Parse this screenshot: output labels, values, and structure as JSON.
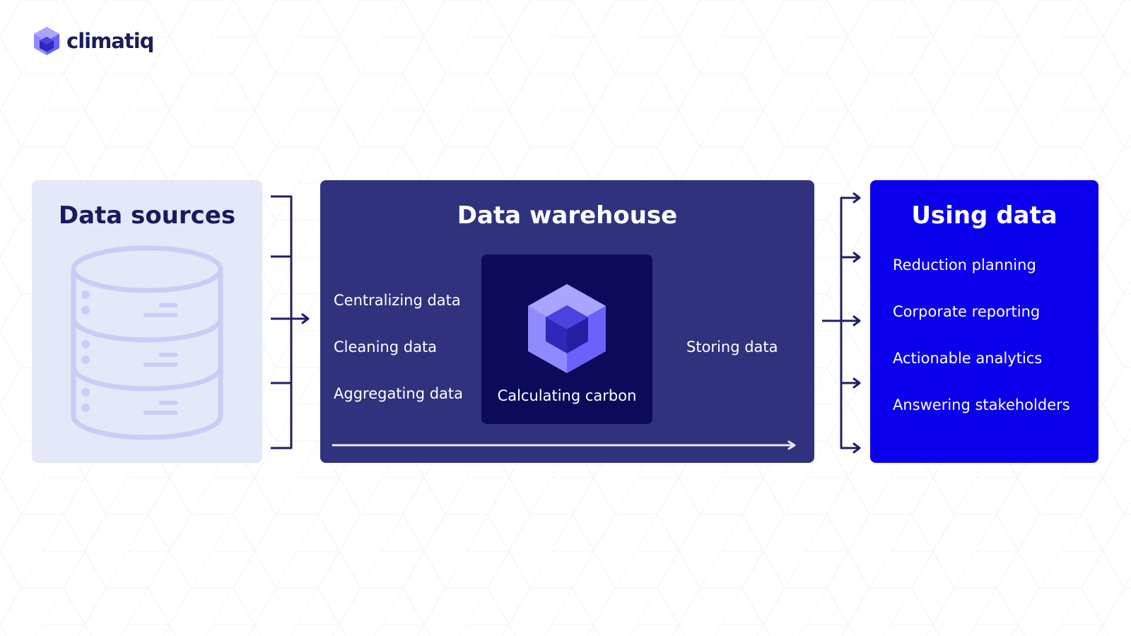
{
  "brand": {
    "name": "climatiq",
    "logo_icon": "cube-logo-icon",
    "colors": {
      "text_dark": "#1c1d5a",
      "cube_light": "#8f8bff",
      "cube_mid": "#6a61ff",
      "cube_dark": "#2d28b8"
    }
  },
  "sources": {
    "title": "Data sources",
    "icon": "database-icon",
    "color": "#e5e8f8",
    "icon_color": "#c9cdf6"
  },
  "warehouse": {
    "title": "Data warehouse",
    "color": "#31327e",
    "steps": [
      "Centralizing data",
      "Cleaning data",
      "Aggregating data"
    ],
    "core_step": "Calculating carbon",
    "core_icon": "cube-icon",
    "core_color": "#0c0a5a",
    "output_step": "Storing data"
  },
  "using": {
    "title": "Using data",
    "color": "#0b00ec",
    "items": [
      "Reduction planning",
      "Corporate reporting",
      "Actionable analytics",
      "Answering stakeholders"
    ]
  },
  "connectors": {
    "color": "#1f2060",
    "flow_arrow_color": "#e6e6f2"
  }
}
